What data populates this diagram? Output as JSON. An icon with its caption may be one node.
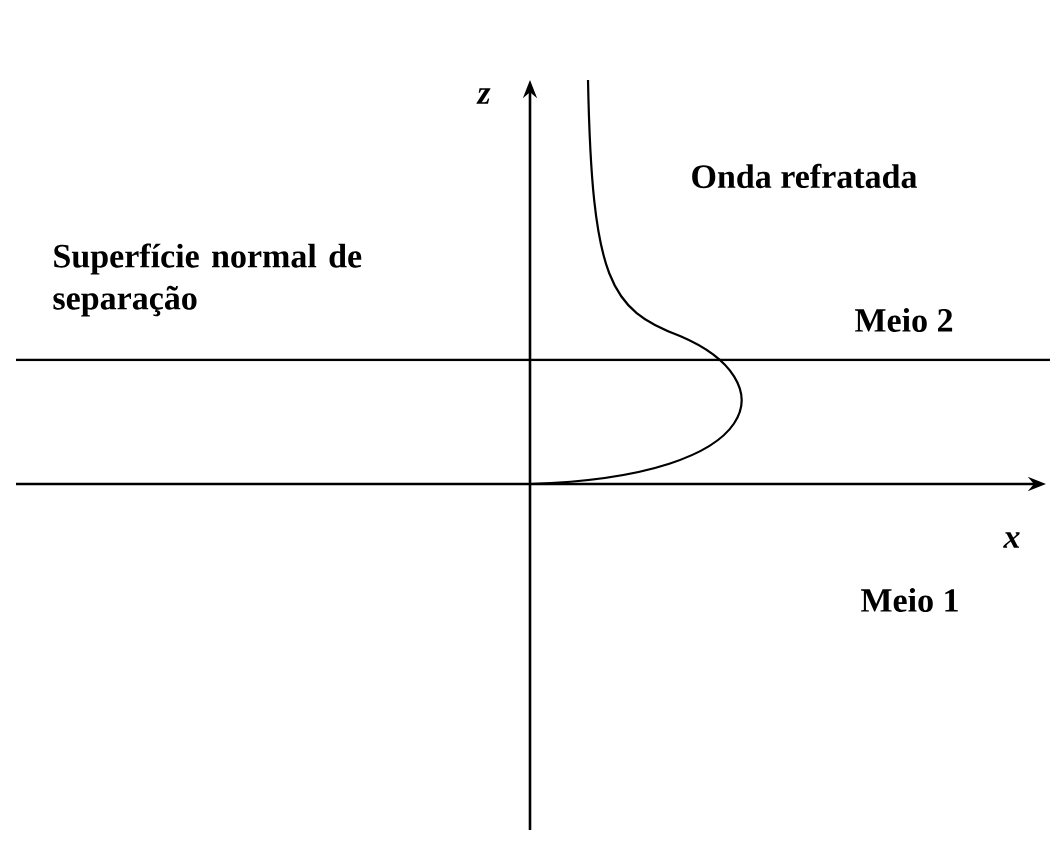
{
  "diagram": {
    "labels": [
      "z",
      "Onda refratada",
      "Superfície normal de separação",
      "Meio 2",
      "x",
      "Meio 1"
    ]
  }
}
